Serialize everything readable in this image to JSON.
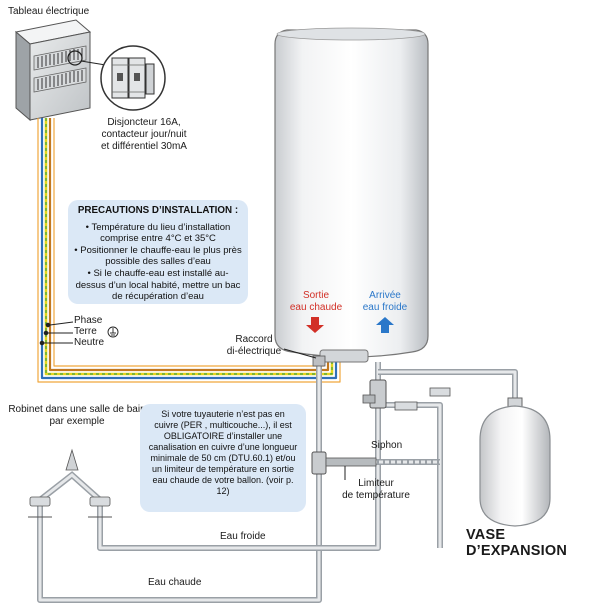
{
  "panel": {
    "title": "Tableau électrique"
  },
  "breaker": {
    "caption_lines": [
      "Disjoncteur 16A,",
      "contacteur jour/nuit",
      "et différentiel 30mA"
    ]
  },
  "precautions": {
    "title": "PRECAUTIONS D’INSTALLATION :",
    "items": [
      "• Température du lieu d’installation comprise entre 4°C et 35°C",
      "• Positionner le chauffe-eau le plus près possible des salles d’eau",
      "• Si le chauffe-eau est installé au-dessus d’un local habité, mettre un bac de récupération d’eau"
    ]
  },
  "wiring": {
    "phase": "Phase",
    "terre": "Terre",
    "neutre": "Neutre"
  },
  "heater": {
    "outlet_lines": [
      "Sortie",
      "eau chaude"
    ],
    "inlet_lines": [
      "Arrivée",
      "eau froide"
    ],
    "outlet_color": "#d23027",
    "inlet_color": "#2a77c9"
  },
  "raccord": {
    "lines": [
      "Raccord",
      "di-électrique"
    ]
  },
  "tap": {
    "lines": [
      "Robinet dans une salle de bain",
      "par exemple"
    ]
  },
  "notice": {
    "text": "Si votre tuyauterie n’est pas en cuivre (PER , multicouche...), il est OBLIGATOIRE d’installer une canalisation en cuivre d’une longueur minimale de 50 cm (DTU.60.1) et/ou un limiteur de température en sortie eau chaude de votre ballon. (voir p. 12)"
  },
  "labels": {
    "siphon": "Siphon",
    "limiteur_lines": [
      "Limiteur",
      "de température"
    ],
    "eau_froide": "Eau froide",
    "eau_chaude": "Eau chaude"
  },
  "vase": {
    "label": "VASE D’EXPANSION"
  }
}
